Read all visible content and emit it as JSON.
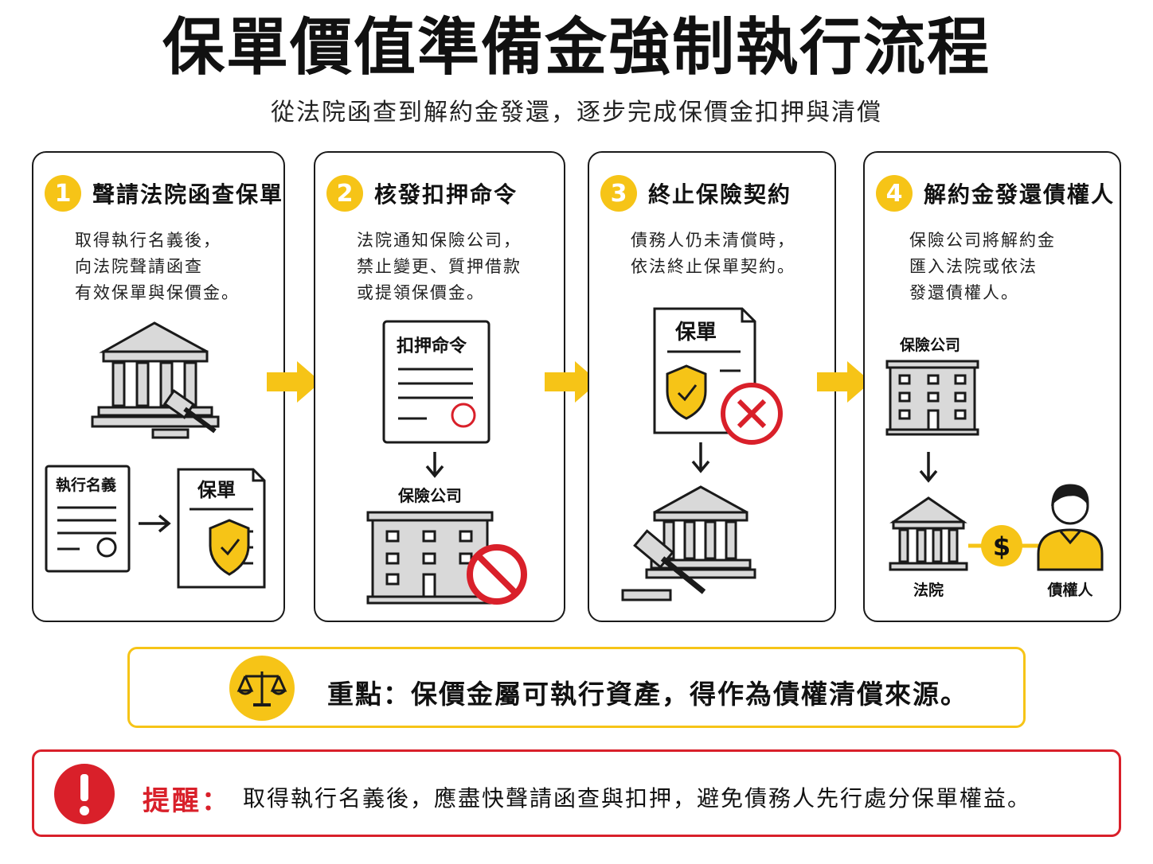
{
  "title": "保單價值準備金強制執行流程",
  "subtitle": "從法院函查到解約金發還，逐步完成保價金扣押與清償",
  "steps": [
    {
      "number": "1",
      "title": "聲請法院函查保單",
      "desc": [
        "取得執行名義後，",
        "向法院聲請函查",
        "有效保單與保價金。"
      ],
      "labels": {
        "doc_a": "執行名義",
        "doc_b": "保單"
      }
    },
    {
      "number": "2",
      "title": "核發扣押命令",
      "desc": [
        "法院通知保險公司，",
        "禁止變更、質押借款",
        "或提領保價金。"
      ],
      "labels": {
        "order": "扣押命令",
        "company": "保險公司"
      }
    },
    {
      "number": "3",
      "title": "終止保險契約",
      "desc": [
        "債務人仍未清償時，",
        "依法終止保單契約。"
      ],
      "labels": {
        "policy": "保單"
      }
    },
    {
      "number": "4",
      "title": "解約金發還債權人",
      "desc": [
        "保險公司將解約金",
        "匯入法院或依法",
        "發還債權人。"
      ],
      "labels": {
        "company": "保險公司",
        "court": "法院",
        "creditor": "債權人",
        "money": "$"
      }
    }
  ],
  "key_point": "重點：保價金屬可執行資產，得作為債權清償來源。",
  "reminder": {
    "label": "提醒：",
    "text": "取得執行名義後，應盡快聲請函查與扣押，避免債務人先行處分保單權益。"
  },
  "colors": {
    "accent": "#f6c417",
    "warning": "#d9202a",
    "stroke": "#1a1a1a",
    "fill_gray": "#d9d9d9"
  },
  "icons": [
    "court-icon",
    "gavel-icon",
    "document-icon",
    "shield-check-icon",
    "building-icon",
    "prohibited-icon",
    "cancel-icon",
    "dollar-icon",
    "person-icon",
    "scales-icon",
    "exclamation-icon",
    "arrow-right-icon",
    "arrow-down-icon"
  ]
}
